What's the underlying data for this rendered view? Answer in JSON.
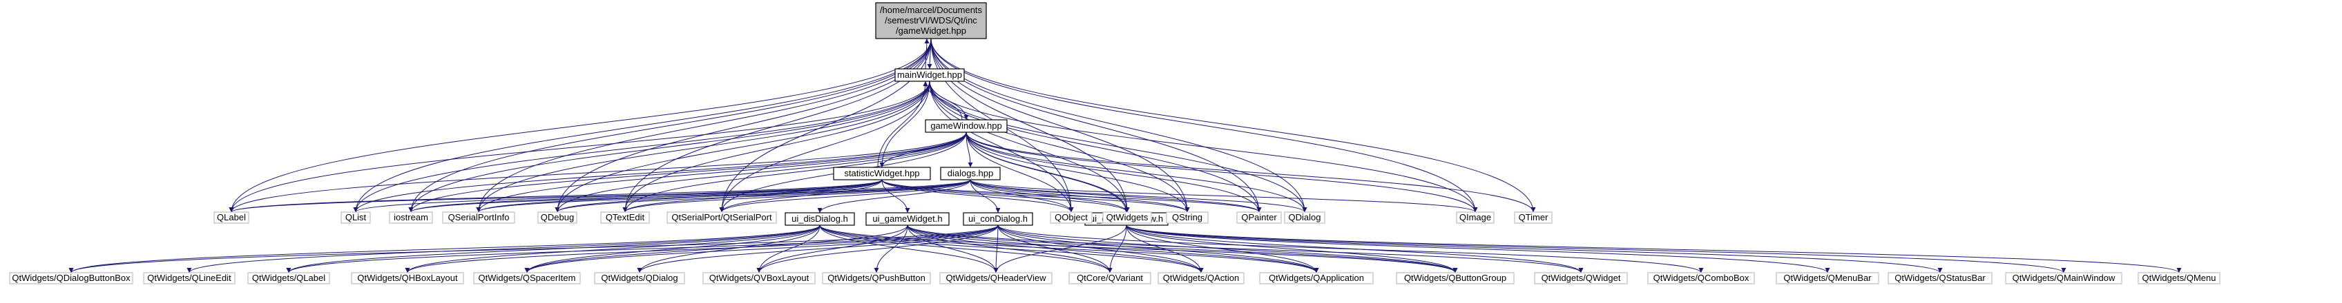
{
  "colors": {
    "edge": "#191970",
    "root_fill": "#bfbfbf",
    "internal_fill": "#ffffff",
    "internal_border": "#000000",
    "leaf_fill": "#ffffff",
    "leaf_border": "#bfbfbf"
  },
  "root": {
    "id": "root",
    "lines": [
      "/home/marcel/Documents",
      "/semestrVI/WDS/Qt/inc",
      "/gameWidget.hpp"
    ]
  },
  "internal_nodes": [
    {
      "id": "mainWidget",
      "label": "mainWidget.hpp"
    },
    {
      "id": "gameWindow",
      "label": "gameWindow.hpp"
    },
    {
      "id": "statisticWidget",
      "label": "statisticWidget.hpp"
    },
    {
      "id": "dialogs",
      "label": "dialogs.hpp"
    },
    {
      "id": "ui_disDialog",
      "label": "ui_disDialog.h"
    },
    {
      "id": "ui_gameWidget",
      "label": "ui_gameWidget.h"
    },
    {
      "id": "ui_conDialog",
      "label": "ui_conDialog.h"
    },
    {
      "id": "ui_gameWindow",
      "label": "ui_gameWindow.h"
    }
  ],
  "leaf_nodes": [
    {
      "id": "QLabel",
      "label": "QLabel"
    },
    {
      "id": "QList",
      "label": "QList"
    },
    {
      "id": "iostream",
      "label": "iostream"
    },
    {
      "id": "QSerialPortInfo",
      "label": "QSerialPortInfo"
    },
    {
      "id": "QDebug",
      "label": "QDebug"
    },
    {
      "id": "QTextEdit",
      "label": "QTextEdit"
    },
    {
      "id": "QtSerialPort",
      "label": "QtSerialPort/QtSerialPort"
    },
    {
      "id": "QObject",
      "label": "QObject"
    },
    {
      "id": "QtWidgets",
      "label": "QtWidgets"
    },
    {
      "id": "QString",
      "label": "QString"
    },
    {
      "id": "QPainter",
      "label": "QPainter"
    },
    {
      "id": "QDialog",
      "label": "QDialog"
    },
    {
      "id": "QImage",
      "label": "QImage"
    },
    {
      "id": "QTimer",
      "label": "QTimer"
    },
    {
      "id": "W_QDialogButtonBox",
      "label": "QtWidgets/QDialogButtonBox"
    },
    {
      "id": "W_QLineEdit",
      "label": "QtWidgets/QLineEdit"
    },
    {
      "id": "W_QLabel",
      "label": "QtWidgets/QLabel"
    },
    {
      "id": "W_QHBoxLayout",
      "label": "QtWidgets/QHBoxLayout"
    },
    {
      "id": "W_QSpacerItem",
      "label": "QtWidgets/QSpacerItem"
    },
    {
      "id": "W_QDialog",
      "label": "QtWidgets/QDialog"
    },
    {
      "id": "W_QVBoxLayout",
      "label": "QtWidgets/QVBoxLayout"
    },
    {
      "id": "W_QPushButton",
      "label": "QtWidgets/QPushButton"
    },
    {
      "id": "W_QHeaderView",
      "label": "QtWidgets/QHeaderView"
    },
    {
      "id": "C_QVariant",
      "label": "QtCore/QVariant"
    },
    {
      "id": "W_QAction",
      "label": "QtWidgets/QAction"
    },
    {
      "id": "W_QApplication",
      "label": "QtWidgets/QApplication"
    },
    {
      "id": "W_QButtonGroup",
      "label": "QtWidgets/QButtonGroup"
    },
    {
      "id": "W_QWidget",
      "label": "QtWidgets/QWidget"
    },
    {
      "id": "W_QComboBox",
      "label": "QtWidgets/QComboBox"
    },
    {
      "id": "W_QMenuBar",
      "label": "QtWidgets/QMenuBar"
    },
    {
      "id": "W_QStatusBar",
      "label": "QtWidgets/QStatusBar"
    },
    {
      "id": "W_QMainWindow",
      "label": "QtWidgets/QMainWindow"
    },
    {
      "id": "W_QMenu",
      "label": "QtWidgets/QMenu"
    }
  ],
  "edges": [
    [
      "root",
      "mainWidget"
    ],
    [
      "root",
      "QLabel"
    ],
    [
      "root",
      "QList"
    ],
    [
      "root",
      "iostream"
    ],
    [
      "root",
      "QSerialPortInfo"
    ],
    [
      "root",
      "QDebug"
    ],
    [
      "root",
      "QTextEdit"
    ],
    [
      "root",
      "QtSerialPort"
    ],
    [
      "root",
      "QObject"
    ],
    [
      "root",
      "QtWidgets"
    ],
    [
      "root",
      "QString"
    ],
    [
      "root",
      "QPainter"
    ],
    [
      "root",
      "QDialog"
    ],
    [
      "root",
      "QImage"
    ],
    [
      "root",
      "QTimer"
    ],
    [
      "mainWidget",
      "root"
    ],
    [
      "mainWidget",
      "gameWindow"
    ],
    [
      "mainWidget",
      "statisticWidget"
    ],
    [
      "mainWidget",
      "QLabel"
    ],
    [
      "mainWidget",
      "QList"
    ],
    [
      "mainWidget",
      "iostream"
    ],
    [
      "mainWidget",
      "QSerialPortInfo"
    ],
    [
      "mainWidget",
      "QDebug"
    ],
    [
      "mainWidget",
      "QTextEdit"
    ],
    [
      "mainWidget",
      "QtSerialPort"
    ],
    [
      "mainWidget",
      "QObject"
    ],
    [
      "mainWidget",
      "QtWidgets"
    ],
    [
      "mainWidget",
      "QString"
    ],
    [
      "mainWidget",
      "QPainter"
    ],
    [
      "mainWidget",
      "QDialog"
    ],
    [
      "mainWidget",
      "QImage"
    ],
    [
      "gameWindow",
      "mainWidget"
    ],
    [
      "gameWindow",
      "statisticWidget"
    ],
    [
      "gameWindow",
      "dialogs"
    ],
    [
      "gameWindow",
      "ui_gameWindow"
    ],
    [
      "gameWindow",
      "QLabel"
    ],
    [
      "gameWindow",
      "QList"
    ],
    [
      "gameWindow",
      "iostream"
    ],
    [
      "gameWindow",
      "QSerialPortInfo"
    ],
    [
      "gameWindow",
      "QDebug"
    ],
    [
      "gameWindow",
      "QTextEdit"
    ],
    [
      "gameWindow",
      "QtSerialPort"
    ],
    [
      "gameWindow",
      "QObject"
    ],
    [
      "gameWindow",
      "QtWidgets"
    ],
    [
      "gameWindow",
      "QString"
    ],
    [
      "gameWindow",
      "QPainter"
    ],
    [
      "gameWindow",
      "QDialog"
    ],
    [
      "gameWindow",
      "QImage"
    ],
    [
      "gameWindow",
      "QTimer"
    ],
    [
      "statisticWidget",
      "mainWidget"
    ],
    [
      "statisticWidget",
      "ui_gameWidget"
    ],
    [
      "statisticWidget",
      "QLabel"
    ],
    [
      "statisticWidget",
      "QList"
    ],
    [
      "statisticWidget",
      "iostream"
    ],
    [
      "statisticWidget",
      "QSerialPortInfo"
    ],
    [
      "statisticWidget",
      "QDebug"
    ],
    [
      "statisticWidget",
      "QTextEdit"
    ],
    [
      "statisticWidget",
      "QtSerialPort"
    ],
    [
      "statisticWidget",
      "QObject"
    ],
    [
      "statisticWidget",
      "QtWidgets"
    ],
    [
      "statisticWidget",
      "QString"
    ],
    [
      "statisticWidget",
      "QPainter"
    ],
    [
      "dialogs",
      "ui_disDialog"
    ],
    [
      "dialogs",
      "ui_conDialog"
    ],
    [
      "dialogs",
      "QLabel"
    ],
    [
      "dialogs",
      "iostream"
    ],
    [
      "dialogs",
      "QSerialPortInfo"
    ],
    [
      "dialogs",
      "QDebug"
    ],
    [
      "dialogs",
      "QTextEdit"
    ],
    [
      "dialogs",
      "QtSerialPort"
    ],
    [
      "dialogs",
      "QObject"
    ],
    [
      "dialogs",
      "QtWidgets"
    ],
    [
      "dialogs",
      "QString"
    ],
    [
      "dialogs",
      "QPainter"
    ],
    [
      "dialogs",
      "QDialog"
    ],
    [
      "dialogs",
      "QImage"
    ],
    [
      "ui_disDialog",
      "W_QDialogButtonBox"
    ],
    [
      "ui_disDialog",
      "W_QLineEdit"
    ],
    [
      "ui_disDialog",
      "W_QLabel"
    ],
    [
      "ui_disDialog",
      "W_QHBoxLayout"
    ],
    [
      "ui_disDialog",
      "W_QSpacerItem"
    ],
    [
      "ui_disDialog",
      "W_QDialog"
    ],
    [
      "ui_disDialog",
      "W_QVBoxLayout"
    ],
    [
      "ui_disDialog",
      "W_QHeaderView"
    ],
    [
      "ui_disDialog",
      "C_QVariant"
    ],
    [
      "ui_disDialog",
      "W_QAction"
    ],
    [
      "ui_disDialog",
      "W_QApplication"
    ],
    [
      "ui_disDialog",
      "W_QButtonGroup"
    ],
    [
      "ui_gameWidget",
      "W_QSpacerItem"
    ],
    [
      "ui_gameWidget",
      "W_QVBoxLayout"
    ],
    [
      "ui_gameWidget",
      "W_QPushButton"
    ],
    [
      "ui_gameWidget",
      "W_QHeaderView"
    ],
    [
      "ui_gameWidget",
      "C_QVariant"
    ],
    [
      "ui_gameWidget",
      "W_QAction"
    ],
    [
      "ui_gameWidget",
      "W_QApplication"
    ],
    [
      "ui_gameWidget",
      "W_QButtonGroup"
    ],
    [
      "ui_gameWidget",
      "W_QWidget"
    ],
    [
      "ui_conDialog",
      "W_QDialogButtonBox"
    ],
    [
      "ui_conDialog",
      "W_QLabel"
    ],
    [
      "ui_conDialog",
      "W_QHBoxLayout"
    ],
    [
      "ui_conDialog",
      "W_QSpacerItem"
    ],
    [
      "ui_conDialog",
      "W_QDialog"
    ],
    [
      "ui_conDialog",
      "W_QVBoxLayout"
    ],
    [
      "ui_conDialog",
      "W_QHeaderView"
    ],
    [
      "ui_conDialog",
      "C_QVariant"
    ],
    [
      "ui_conDialog",
      "W_QAction"
    ],
    [
      "ui_conDialog",
      "W_QApplication"
    ],
    [
      "ui_conDialog",
      "W_QButtonGroup"
    ],
    [
      "ui_conDialog",
      "W_QComboBox"
    ],
    [
      "ui_gameWindow",
      "W_QHeaderView"
    ],
    [
      "ui_gameWindow",
      "C_QVariant"
    ],
    [
      "ui_gameWindow",
      "W_QAction"
    ],
    [
      "ui_gameWindow",
      "W_QApplication"
    ],
    [
      "ui_gameWindow",
      "W_QButtonGroup"
    ],
    [
      "ui_gameWindow",
      "W_QWidget"
    ],
    [
      "ui_gameWindow",
      "W_QMenuBar"
    ],
    [
      "ui_gameWindow",
      "W_QStatusBar"
    ],
    [
      "ui_gameWindow",
      "W_QMainWindow"
    ],
    [
      "ui_gameWindow",
      "W_QMenu"
    ]
  ]
}
